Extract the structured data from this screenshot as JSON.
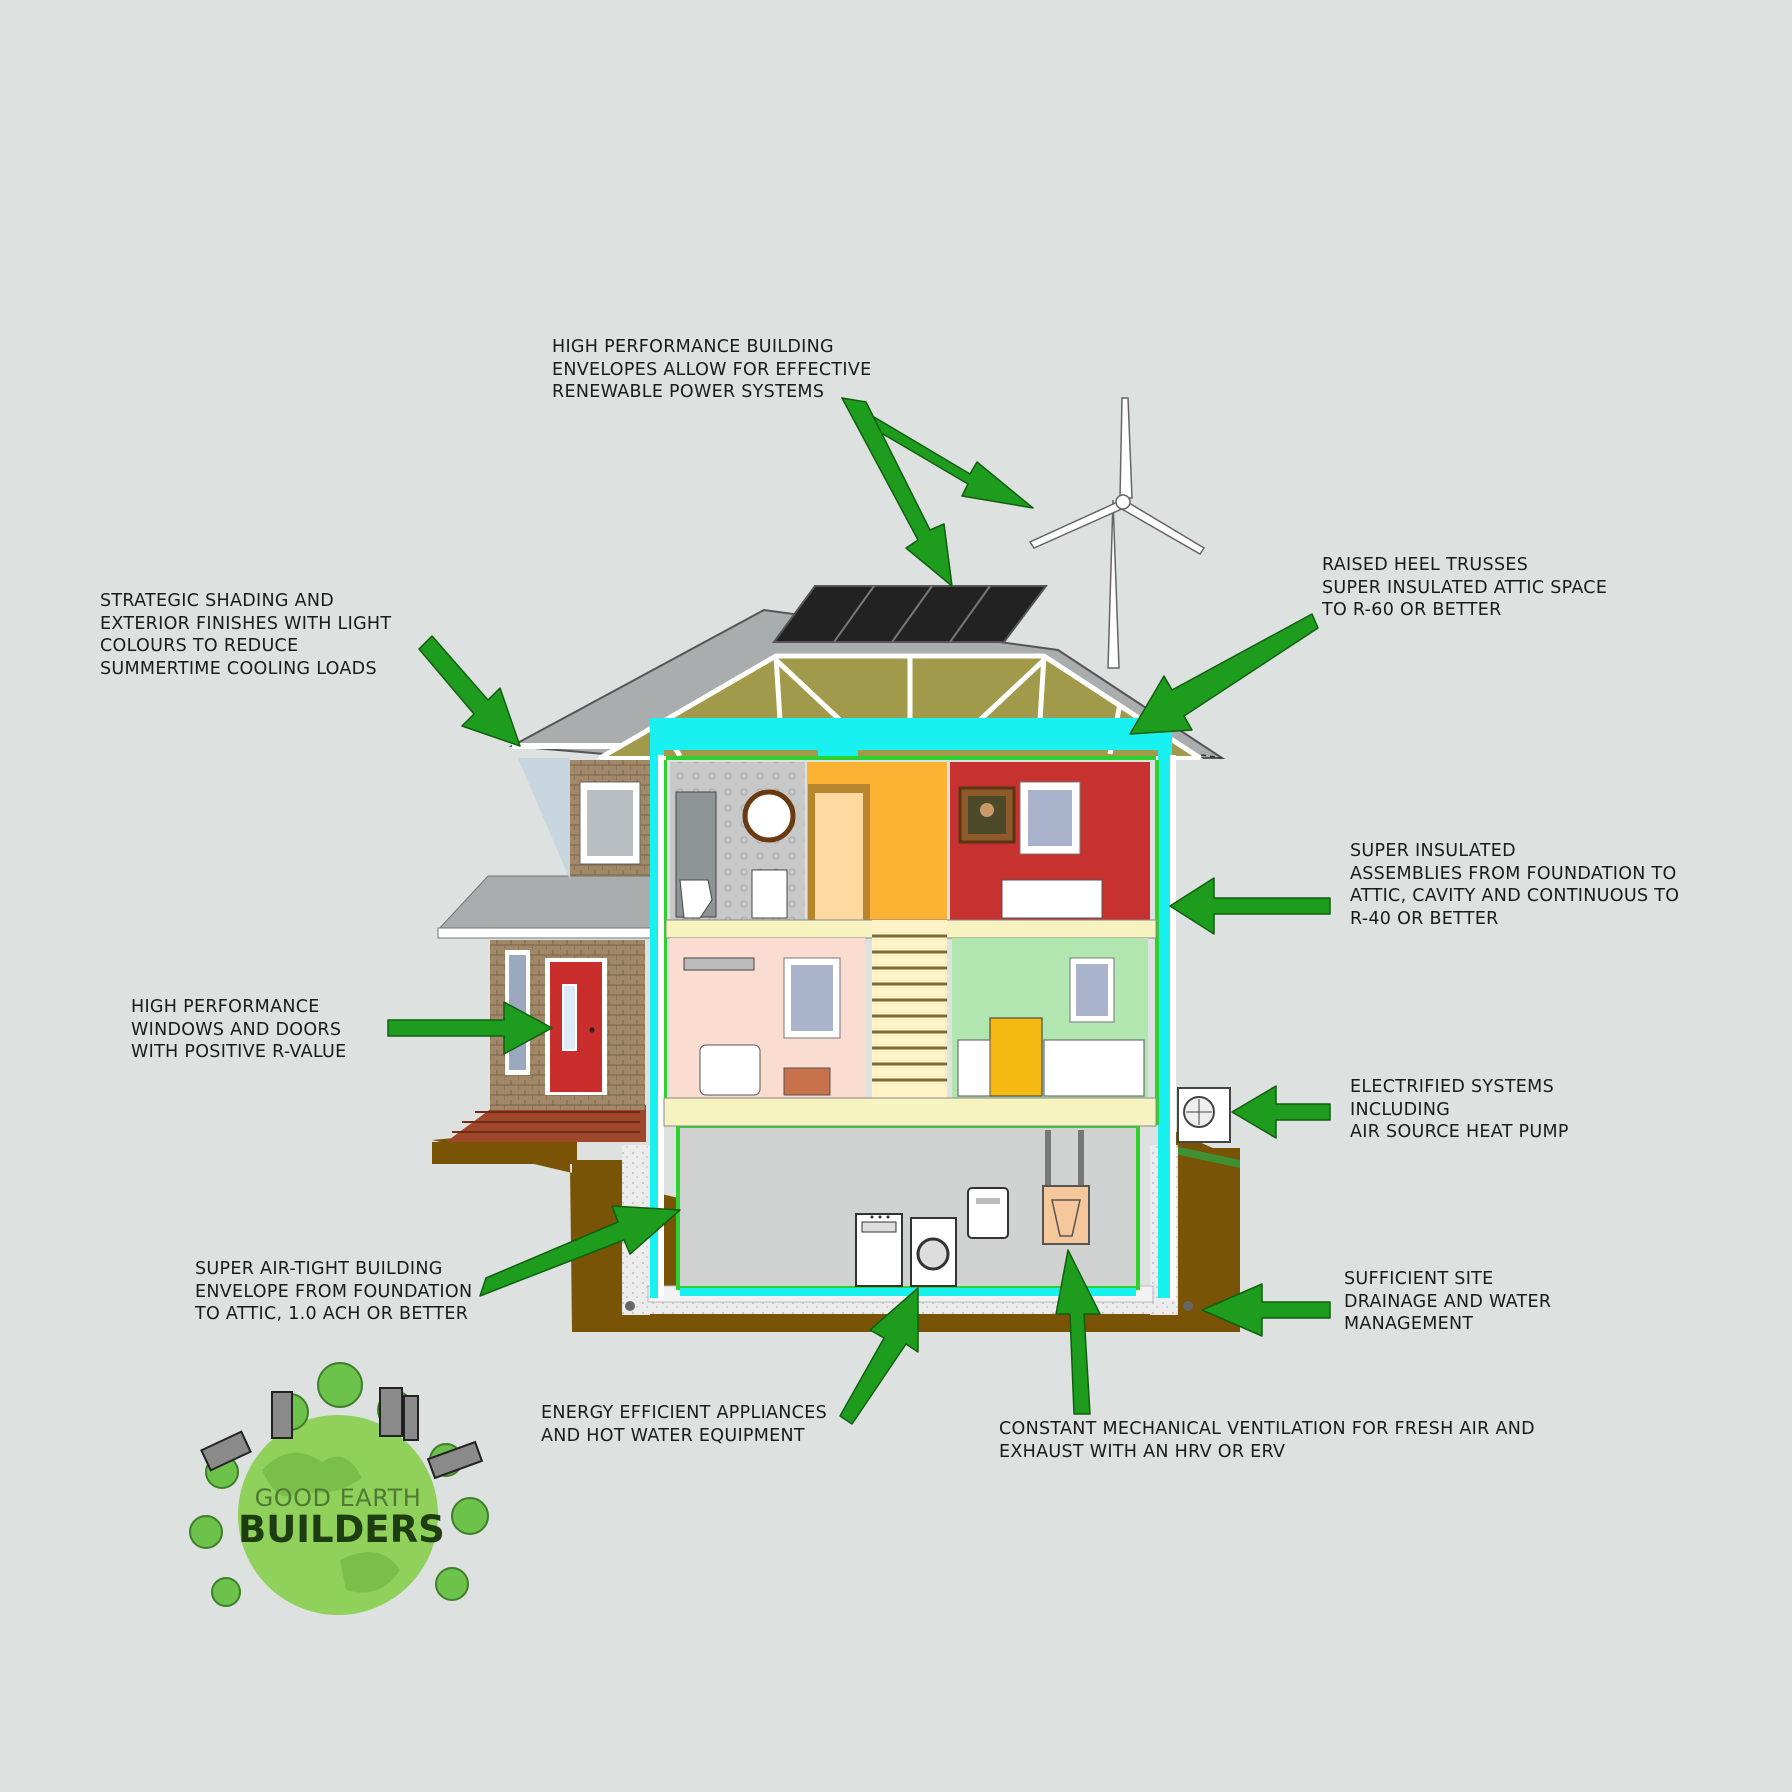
{
  "colors": {
    "background": "#dde1df",
    "arrow": "#1e9c1e",
    "insulation_cyan": "#19f0f0",
    "air_barrier_green": "#2fd12f",
    "soil": "#7a5406",
    "attic_insulation": "#a09a4a",
    "roof_grey": "#a9adad",
    "red_room": "#c7312f",
    "orange_hall": "#fcb232",
    "pink_room": "#fbdcd0",
    "green_kitchen": "#b1e6b1",
    "basement_grey": "#d0d2d2"
  },
  "callouts": {
    "renewable": [
      "HIGH PERFORMANCE BUILDING",
      "ENVELOPES ALLOW FOR  EFFECTIVE",
      "RENEWABLE POWER SYSTEMS"
    ],
    "shading": [
      "STRATEGIC SHADING AND",
      "EXTERIOR FINISHES WITH LIGHT",
      "COLOURS TO REDUCE",
      "SUMMERTIME COOLING LOADS"
    ],
    "trusses": [
      "RAISED HEEL TRUSSES",
      "SUPER INSULATED ATTIC SPACE",
      "TO R-60 OR BETTER"
    ],
    "assemblies": [
      "SUPER INSULATED",
      "ASSEMBLIES FROM FOUNDATION TO",
      "ATTIC,  CAVITY AND CONTINUOUS TO",
      "R-40 OR BETTER"
    ],
    "windows": [
      "HIGH PERFORMANCE",
      "WINDOWS AND DOORS",
      "WITH POSITIVE R-VALUE"
    ],
    "electrified": [
      "ELECTRIFIED SYSTEMS",
      "INCLUDING",
      "AIR SOURCE HEAT PUMP"
    ],
    "airtight": [
      "SUPER AIR-TIGHT BUILDING",
      "ENVELOPE FROM FOUNDATION",
      "TO ATTIC, 1.0 ACH OR BETTER"
    ],
    "drainage": [
      "SUFFICIENT SITE",
      "DRAINAGE AND WATER",
      "MANAGEMENT"
    ],
    "appliances": [
      "ENERGY EFFICIENT APPLIANCES",
      "AND HOT WATER EQUIPMENT"
    ],
    "ventilation": [
      "CONSTANT MECHANICAL VENTILATION FOR FRESH AIR AND",
      "EXHAUST WITH AN HRV OR ERV"
    ]
  },
  "logo": {
    "line1": "GOOD EARTH",
    "line2": "BUILDERS",
    "color": "#8fd15a"
  }
}
